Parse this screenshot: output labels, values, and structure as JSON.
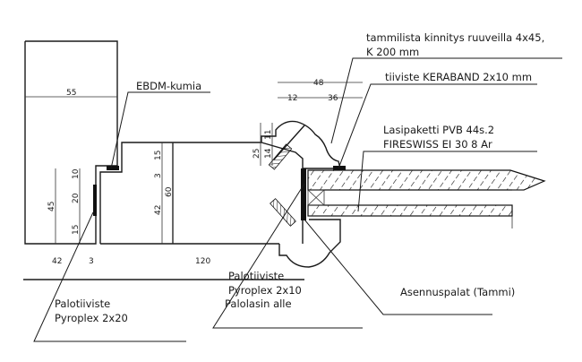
{
  "drawing": {
    "labels": {
      "ebdm": "EBDM-kumia",
      "tammilista_1": "tammilista kinnitys ruuveilla 4x45,",
      "tammilista_2": "K 200 mm",
      "tiiviste": "tiiviste KERABAND 2x10 mm",
      "lasipaketti_1": "Lasipaketti PVB 44s.2",
      "lasipaketti_2": "FIRESWISS EI 30 8 Ar",
      "palotiiviste20_1": "Palotiiviste",
      "palotiiviste20_2": "Pyroplex 2x20",
      "palotiiviste10_1": "Palotiiviste",
      "palotiiviste10_2": "Pyroplex 2x10",
      "palotiiviste10_3": "Palolasin alle",
      "asennuspalat": "Asennuspalat (Tammi)"
    },
    "dimensions": {
      "frame_width": "55",
      "left_height": "45",
      "seal_top": "10",
      "seal_mid": "20",
      "seal_bottom": "15",
      "sash_top": "15",
      "sash_step": "3",
      "sash_height": "60",
      "sash_lower": "42",
      "bead_total": "25",
      "bead_top": "11",
      "bead_lower": "14",
      "bead_width": "48",
      "bead_part1": "12",
      "bead_part2": "36",
      "bottom_42": "42",
      "bottom_3": "3",
      "bottom_120": "120"
    }
  }
}
